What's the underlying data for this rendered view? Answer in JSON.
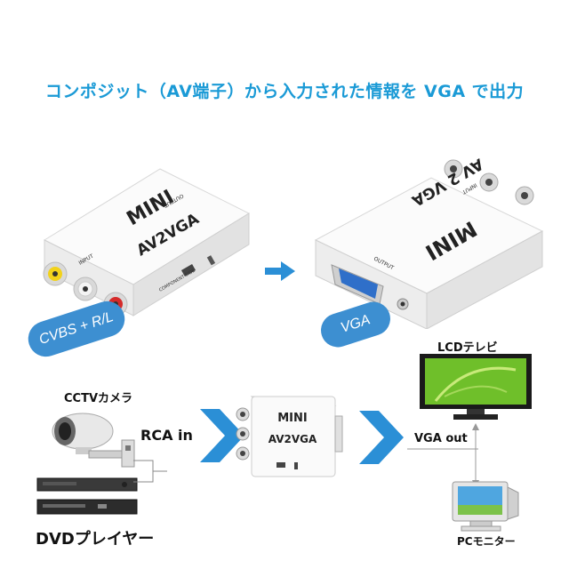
{
  "headline": "コンポジット（AV端子）から入力された情報を VGA で出力",
  "device_left": {
    "brand": "MINI",
    "model": "AV2VGA",
    "output_label": "OUTPUT",
    "input_label": "INPUT",
    "side_label": "COMPONENT SIDE",
    "bubble": "CVBS + R/L"
  },
  "device_right": {
    "brand": "MINI",
    "model": "AV 2 VGA",
    "input_label": "INPUT",
    "output_label": "OUTPUT",
    "bubble": "VGA"
  },
  "diagram": {
    "cctv_label": "CCTVカメラ",
    "dvd_label": "DVDプレイヤー",
    "rca_in_label": "RCA in",
    "center_brand": "MINI",
    "center_model": "AV2VGA",
    "lcd_label": "LCDテレビ",
    "vga_out_label": "VGA out",
    "pc_label": "PCモニター"
  },
  "colors": {
    "accent": "#1a9ad6",
    "bubble": "#3d8fd1",
    "arrow": "#2b8fd6",
    "rca_yellow": "#f2d21b",
    "rca_red": "#d42a2a",
    "rca_white": "#f0f0f0",
    "vga_blue": "#2f6fc9"
  }
}
